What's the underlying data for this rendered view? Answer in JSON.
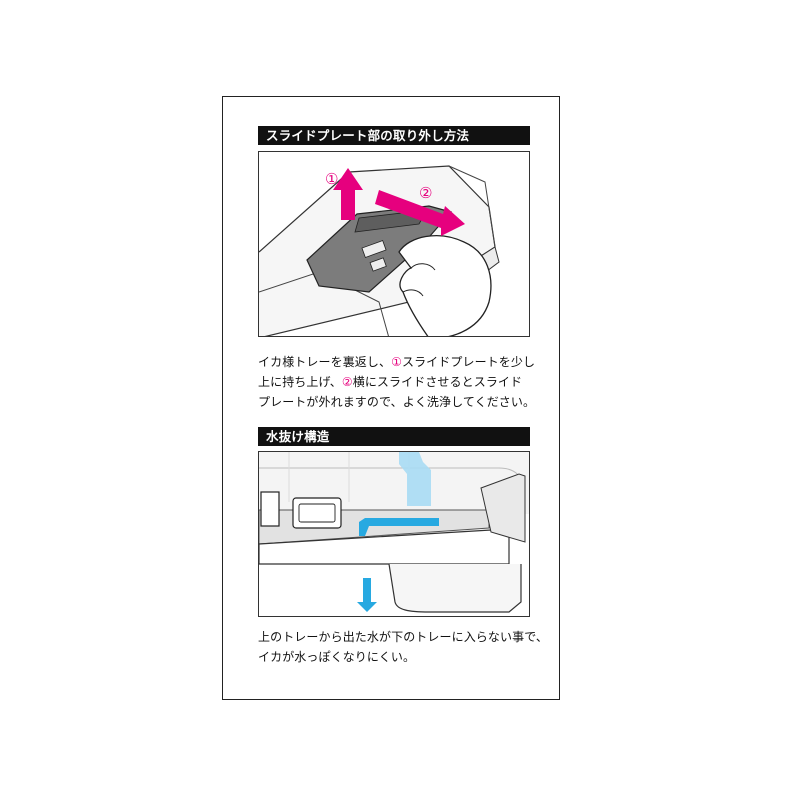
{
  "sections": [
    {
      "heading": "スライドプレート部の取り外し方法",
      "callouts": [
        "①",
        "②"
      ],
      "lines": [
        {
          "a": "イカ様トレーを裏返し、",
          "n": "①",
          "b": "スライドプレートを少し"
        },
        {
          "a": "上に持ち上げ、",
          "n": "②",
          "b": "横にスライドさせるとスライド"
        },
        {
          "a": "プレートが外れますので、よく洗浄してください。",
          "n": "",
          "b": ""
        }
      ]
    },
    {
      "heading": "水抜け構造",
      "lines": [
        {
          "a": "上のトレーから出た水が下のトレーに入らない事で、",
          "n": "",
          "b": ""
        },
        {
          "a": "イカが水っぽくなりにくい。",
          "n": "",
          "b": ""
        }
      ]
    }
  ],
  "colors": {
    "accent_magenta": "#e6007e",
    "water_blue": "#27a9e1",
    "water_light": "#a8dcf4",
    "plate_gray": "#7a7a7a"
  }
}
